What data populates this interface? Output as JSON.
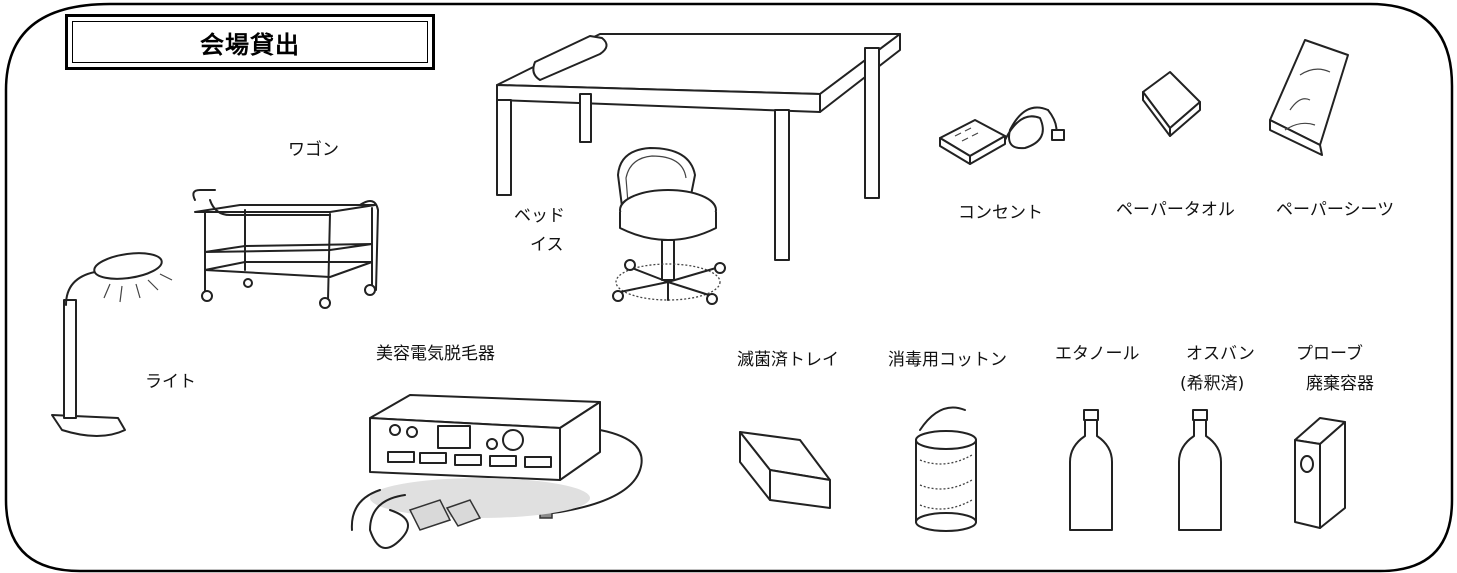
{
  "title": "会場貸出",
  "items": {
    "wagon": "ワゴン",
    "bed": "ベッド",
    "chair": "イス",
    "outlet": "コンセント",
    "paper_towel": "ペーパータオル",
    "paper_sheets": "ペーパーシーツ",
    "light": "ライト",
    "epilator": "美容電気脱毛器",
    "sterile_tray": "滅菌済トレイ",
    "cotton": "消毒用コットン",
    "ethanol": "エタノール",
    "osuban": "オスバン",
    "osuban_note": "(希釈済)",
    "probe_disposal_1": "プローブ",
    "probe_disposal_2": "廃棄容器"
  }
}
